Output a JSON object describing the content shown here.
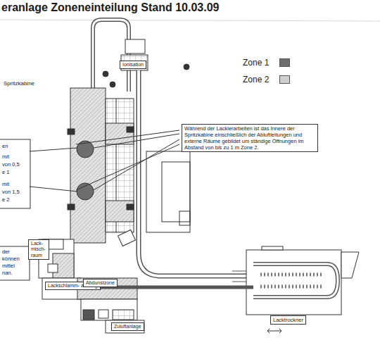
{
  "diagram": {
    "title": "eranlage Zoneneinteilung Stand 10.03.09",
    "nodes": [
      {
        "text": [
          "Während der Lackierarbeiten ist das Innere der Spritzkabine einschließlich der Abluftleitungen und externe Räume gebildet um ständige Öffnungen im Abstand von bis zu 1 m Zone 2."
        ]
      },
      {
        "text": [
          "Ionisation"
        ]
      },
      {
        "text": [
          "Lack- misch- raum"
        ]
      },
      {
        "text": [
          "Lackschlamm- austrag"
        ]
      },
      {
        "text": [
          "Abdunstzone"
        ]
      },
      {
        "text": [
          "Zuluftanlage"
        ]
      },
      {
        "text": [
          "Lacktrockner"
        ]
      }
    ],
    "labels": [
      "Spritzkabine",
      "en",
      "mit",
      "von 0,5",
      "e 1",
      "mit",
      "von 1,5",
      "e 2",
      "der",
      "können",
      "mittel",
      "nan."
    ],
    "legend": [
      {
        "text": "Zone 1",
        "color": "#6e6e6e"
      },
      {
        "text": "Zone 2",
        "color": "#cfcfcf"
      }
    ]
  }
}
